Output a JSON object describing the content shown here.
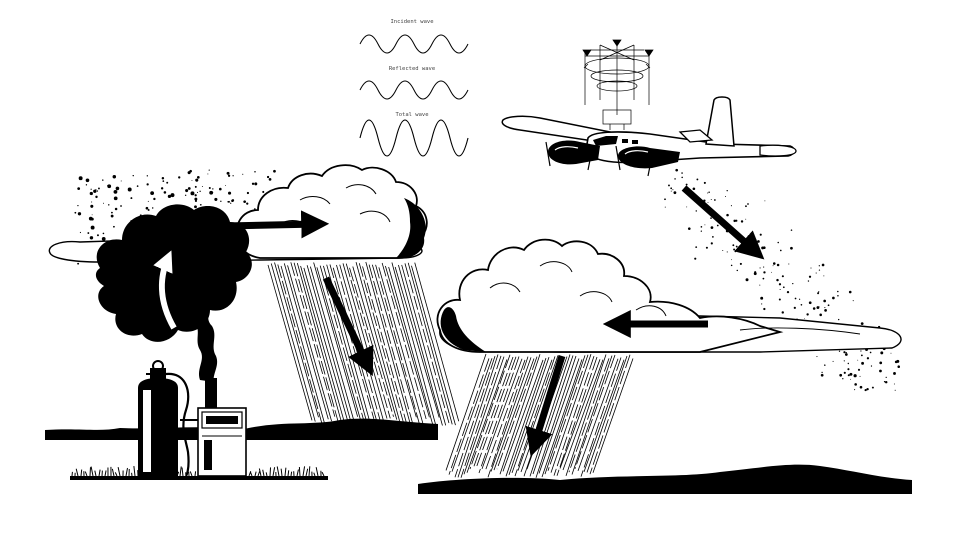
{
  "wave_diagram": {
    "incident_label": "Incident wave",
    "reflected_label": "Reflected wave",
    "total_label": "Total wave"
  },
  "colors": {
    "ink": "#000000",
    "paper": "#ffffff",
    "label_gray": "#444444"
  },
  "icons": [
    "ground-generator-icon",
    "gas-cylinder-icon",
    "smoke-plume-icon",
    "cloud-icon",
    "rain-shaft-icon",
    "airplane-icon",
    "seeding-apparatus-icon",
    "arrow-icon",
    "mountain-ridge-icon",
    "grass-icon"
  ]
}
